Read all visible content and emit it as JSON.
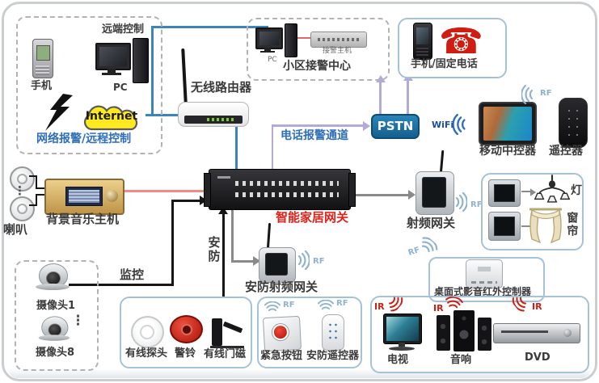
{
  "remote_zone": {
    "caption": "网络报警/远程控制",
    "remote_label": "远端控制",
    "phone": "手机",
    "pc": "PC",
    "internet": "Internet"
  },
  "router": {
    "label": "无线路由器"
  },
  "alarm_center": {
    "caption": "小区接警中心",
    "pc": "PC",
    "host": "接警主机"
  },
  "phone_box": {
    "caption": "手机/固定电话"
  },
  "pstn": {
    "label": "PSTN"
  },
  "channels": {
    "phone_alarm": "电话报警通道"
  },
  "wireless": {
    "wifi": "WiFi",
    "rf": "RF",
    "ir": "IR"
  },
  "mobile_controller": {
    "label": "移动中控器"
  },
  "remote_control": {
    "label": "遥控器"
  },
  "gateway": {
    "label": "智能家居网关"
  },
  "music": {
    "speakers": "喇叭",
    "host": "背景音乐主机",
    "ellipsis": "⋮"
  },
  "monitoring": {
    "label": "监控",
    "cam1": "摄像头1",
    "cam8": "摄像头8",
    "ellipsis": "⋮"
  },
  "security": {
    "vertical": "安防",
    "rf_gateway": "安防射频网关",
    "wired": [
      "有线探头",
      "警铃",
      "有线门磁"
    ],
    "wireless": [
      "紧急按钮",
      "安防遥控器"
    ]
  },
  "rf_gateway": {
    "label": "射频网关"
  },
  "appliances": {
    "lamp": "灯",
    "curtain": "窗帘"
  },
  "ir_controller": {
    "label": "桌面式影音红外控制器"
  },
  "av": {
    "tv": "电视",
    "audio": "音响",
    "dvd": "DVD"
  },
  "colors": {
    "line_blue": "#3c85bb",
    "line_purple": "#b3aad9",
    "line_pink": "#f08b8b",
    "line_gray": "#8a8a8a",
    "label_blue": "#2f6eb8",
    "label_red": "#e32019",
    "rf_blue": "#8fb3cf",
    "wifi_blue": "#1b4f9b",
    "ir_red": "#cc2014",
    "pstn_bg": "#17689b",
    "cloud_yellow": "#ffe91f",
    "box_border": "#a4c2d8"
  }
}
